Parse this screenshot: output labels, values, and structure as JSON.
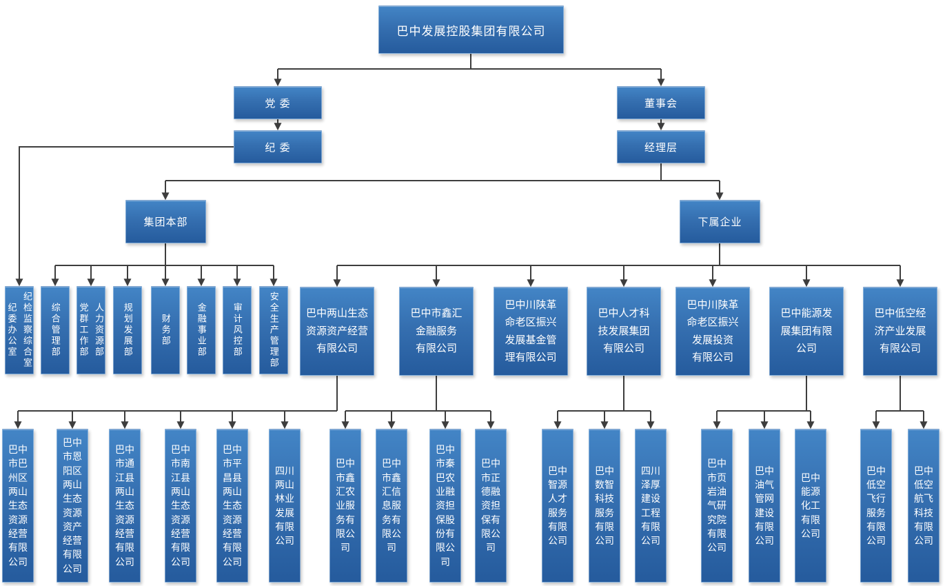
{
  "org": {
    "root": "巴中发展控股集团有限公司",
    "governance": {
      "party_committee": "党 委",
      "discipline_committee": "纪 委",
      "board_of_directors": "董事会",
      "management_team": "经理层"
    },
    "divisions": {
      "headquarters": "集团本部",
      "subsidiaries": "下属企业"
    },
    "departments": [
      {
        "name": "纪检监察综合室",
        "alt": "纪委办公室"
      },
      {
        "name": "综合管理部"
      },
      {
        "name": "人力资源部",
        "alt": "党群工作部"
      },
      {
        "name": "规划发展部"
      },
      {
        "name": "财务部"
      },
      {
        "name": "金融事业部"
      },
      {
        "name": "审计风控部"
      },
      {
        "name": "安全生产管理部"
      }
    ],
    "companies": [
      "巴中两山生态\n资源资产经营\n有限公司",
      "巴中市鑫汇\n金融服务\n有限公司",
      "巴中川陕革\n命老区振兴\n发展基金管\n理有限公司",
      "巴中人才科\n技发展集团\n有限公司",
      "巴中川陕革\n命老区振兴\n发展投资\n有限公司",
      "巴中能源发\n展集团有限\n公司",
      "巴中低空经\n济产业发展\n有限公司"
    ],
    "sub_companies": {
      "group1": [
        "巴中市巴州区两山生态资源经营有限公司",
        "巴中市恩阳区两山生态资源资产经营有限公司",
        "巴中市通江县两山生态资源经营有限公司",
        "巴中市南江县两山生态资源经营有限公司",
        "巴中市平昌县两山生态资源经营有限公司",
        "四川两山林业发展有限公司"
      ],
      "group2": [
        "巴中市鑫汇农业服务有限公司",
        "巴中市鑫汇信息服务有限公司",
        "巴中市秦巴农业融资担保股份有限公司",
        "巴中市正德融资担保有限公司"
      ],
      "group3": [
        "巴中智源人才服务有限公司",
        "巴中数智科技服务有限公司",
        "四川泽厚建设工程有限公司"
      ],
      "group4": [
        "巴中市页岩油气研究院有限公司",
        "巴中油气管网建设有限公司",
        "巴中能源化工有限公司"
      ],
      "group5": [
        "巴中低空飞行服务有限公司",
        "巴中低空航飞科技有限公司"
      ]
    }
  },
  "colors": {
    "node_gradient_top": "#4385c6",
    "node_gradient_bottom": "#255b9d",
    "node_text": "#ffffff",
    "connector": "#3d3d3d",
    "background": "#ffffff"
  }
}
